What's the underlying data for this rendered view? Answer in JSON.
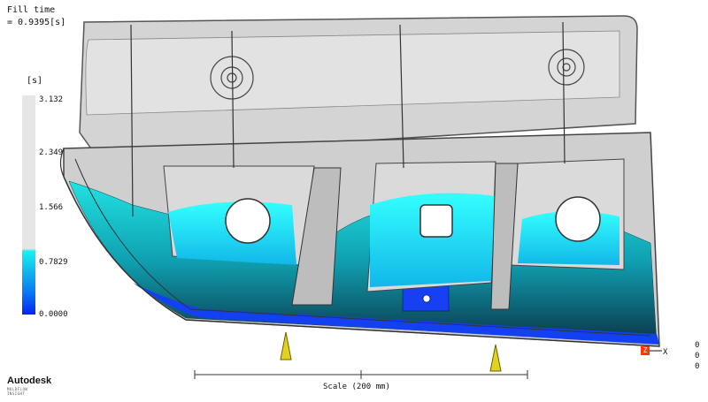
{
  "result": {
    "title": "Fill time",
    "current_value": "= 0.9395[s]",
    "unit": "[s]"
  },
  "legend": {
    "ticks": [
      "3.132",
      "2.349",
      "1.566",
      "0.7829",
      "0.0000"
    ],
    "colors": {
      "unfilled": "#e6e6e6",
      "top": "#19f2f2",
      "bottom": "#0622f4"
    }
  },
  "scale": {
    "label": "Scale (200 mm)"
  },
  "logo": {
    "main": "Autodesk",
    "sub": "MOLDFLOW INSIGHT"
  },
  "axis": {
    "x_label": "X",
    "z_label": "Z"
  },
  "readout": [
    "0",
    "0",
    "0"
  ]
}
